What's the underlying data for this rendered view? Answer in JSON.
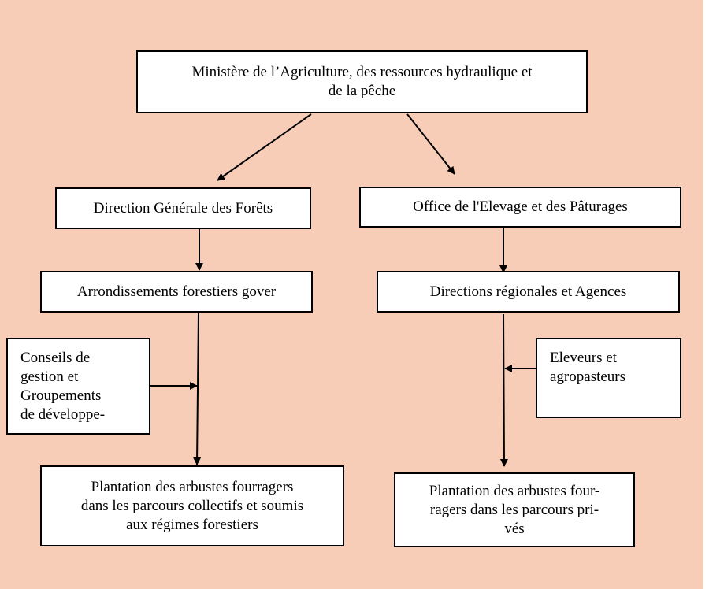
{
  "colors": {
    "background": "#f7cdb8",
    "box_fill": "#ffffff",
    "line": "#000000"
  },
  "nodes": {
    "ministry": "Ministère de l’Agriculture, des ressources hydraulique et\nde la pêche",
    "dgf": "Direction Générale des Forêts",
    "oep": "Office de l'Elevage et des Pâturages",
    "arrondissements": "Arrondissements forestiers gover",
    "directions": "Directions régionales et Agences",
    "conseils": "Conseils de\ngestion et\nGroupements\nde développe-",
    "eleveurs": "Eleveurs et\nagropasteurs",
    "plantation_left": "Plantation des arbustes fourragers\ndans les parcours collectifs et soumis\naux régimes forestiers",
    "plantation_right": "Plantation des arbustes four-\nragers dans les parcours pri-\nvés"
  }
}
